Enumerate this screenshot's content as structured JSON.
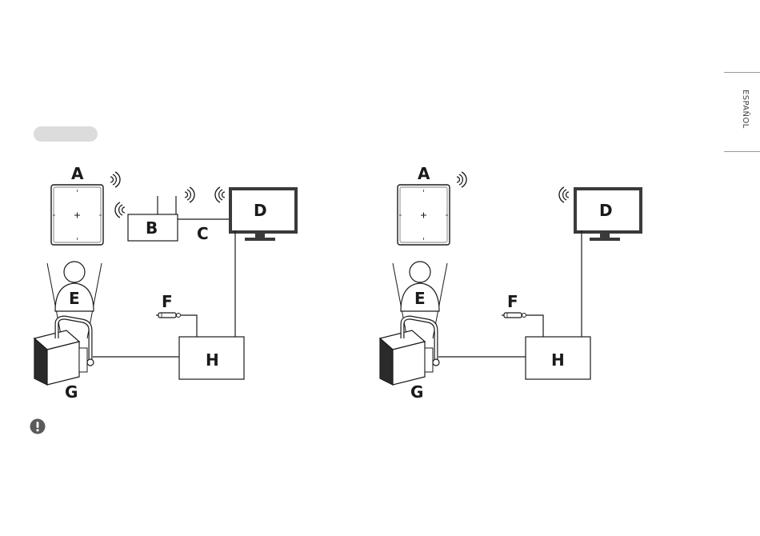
{
  "sidebar": {
    "language": "ESPAÑOL"
  },
  "diagrams": {
    "left": {
      "labels": {
        "A": "A",
        "B": "B",
        "C": "C",
        "D": "D",
        "E": "E",
        "F": "F",
        "G": "G",
        "H": "H"
      }
    },
    "right": {
      "labels": {
        "A": "A",
        "D": "D",
        "E": "E",
        "F": "F",
        "G": "G",
        "H": "H"
      }
    }
  },
  "icons": {
    "notice": "notice-exclamation-icon",
    "wireless": "wireless-signal-icon"
  }
}
